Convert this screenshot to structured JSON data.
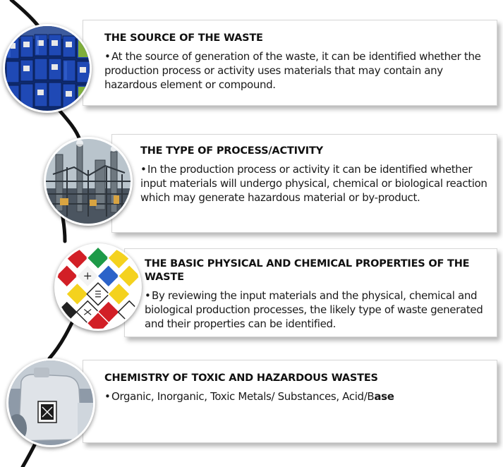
{
  "steps": [
    {
      "title": "THE SOURCE OF THE WASTE",
      "bullet": "•",
      "text": "At the source of generation of the waste, it can be identified whether the production process or activity uses materials that may contain any hazardous element or compound."
    },
    {
      "title": "THE TYPE OF PROCESS/ACTIVITY",
      "bullet": "•",
      "text": "In the production process or activity it can be identified whether input materials will undergo physical, chemical or biological reaction which may generate hazardous material or by-product."
    },
    {
      "title": "THE BASIC PHYSICAL AND CHEMICAL PROPERTIES OF THE WASTE",
      "bullet": "•",
      "text": "By reviewing the input materials and the physical, chemical and biological  production processes, the likely type of waste generated and their properties can be  identified."
    },
    {
      "title": "CHEMISTRY OF TOXIC AND HAZARDOUS WASTES",
      "bullet": "•",
      "text": "Organic, Inorganic, Toxic Metals/ Substances, Acid/B",
      "text_bold": "ase"
    }
  ],
  "images": [
    {
      "icon": "chemical-drums-photo"
    },
    {
      "icon": "industrial-plant-photo"
    },
    {
      "icon": "hazard-placards-photo"
    },
    {
      "icon": "chemical-containers-photo"
    }
  ],
  "colors": {
    "timeline": "#111111",
    "card_border": "#d7d7d7",
    "drum_blue": "#1f49b5",
    "placard_red": "#d21f26",
    "placard_yellow": "#f4d21e",
    "placard_green": "#1e9a48"
  }
}
